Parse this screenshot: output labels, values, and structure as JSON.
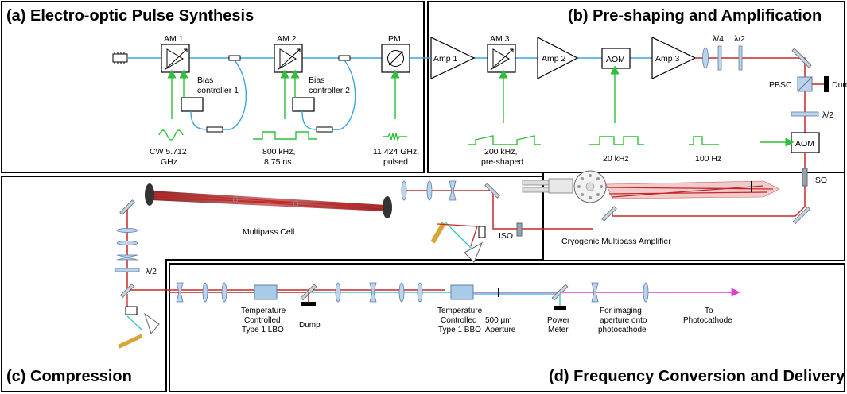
{
  "panels": {
    "a": {
      "title": "(a) Electro-optic Pulse Synthesis"
    },
    "b": {
      "title": "(b) Pre-shaping and Amplification"
    },
    "c": {
      "title": "(c) Compression"
    },
    "d": {
      "title": "(d) Frequency Conversion and Delivery"
    }
  },
  "panel_a": {
    "am1": "AM 1",
    "am2": "AM 2",
    "pm": "PM",
    "bias1_l1": "Bias",
    "bias1_l2": "controller 1",
    "bias2_l1": "Bias",
    "bias2_l2": "controller 2",
    "sig1_l1": "CW 5.712",
    "sig1_l2": "GHz",
    "sig2_l1": "800 kHz,",
    "sig2_l2": "8.75 ns",
    "sig3_l1": "11.424 GHz,",
    "sig3_l2": "pulsed"
  },
  "panel_b": {
    "amp1": "Amp 1",
    "am3": "AM 3",
    "amp2": "Amp 2",
    "aom1": "AOM",
    "amp3": "Amp 3",
    "qwp": "λ/4",
    "hwp": "λ/2",
    "pbsc": "PBSC",
    "dump": "Dump",
    "hwp2": "λ/2",
    "aom2": "AOM",
    "iso": "ISO",
    "sig1_l1": "200 kHz,",
    "sig1_l2": "pre-shaped",
    "sig2": "20 kHz",
    "sig3": "100 Hz",
    "cryo": "Cryogenic Multipass Amplifier"
  },
  "panel_c": {
    "multipass": "Multipass Cell",
    "iso": "ISO",
    "hwp": "λ/2"
  },
  "panel_d": {
    "lbo_l1": "Temperature",
    "lbo_l2": "Controlled",
    "lbo_l3": "Type 1 LBO",
    "dump": "Dump",
    "bbo_l1": "Temperature",
    "bbo_l2": "Controlled",
    "bbo_l3": "Type 1 BBO",
    "ap_l1": "500 μm",
    "ap_l2": "Aperture",
    "pm_l1": "Power",
    "pm_l2": "Meter",
    "img_l1": "For imaging",
    "img_l2": "aperture onto",
    "img_l3": "photocathode",
    "to_l1": "To",
    "to_l2": "Photocathode"
  },
  "colors": {
    "fiber": "#3aa6e0",
    "signal": "#2fbf3a",
    "ir_beam": "#c62828",
    "green_beam": "#39c9c9",
    "uv_beam": "#e03ad7"
  }
}
